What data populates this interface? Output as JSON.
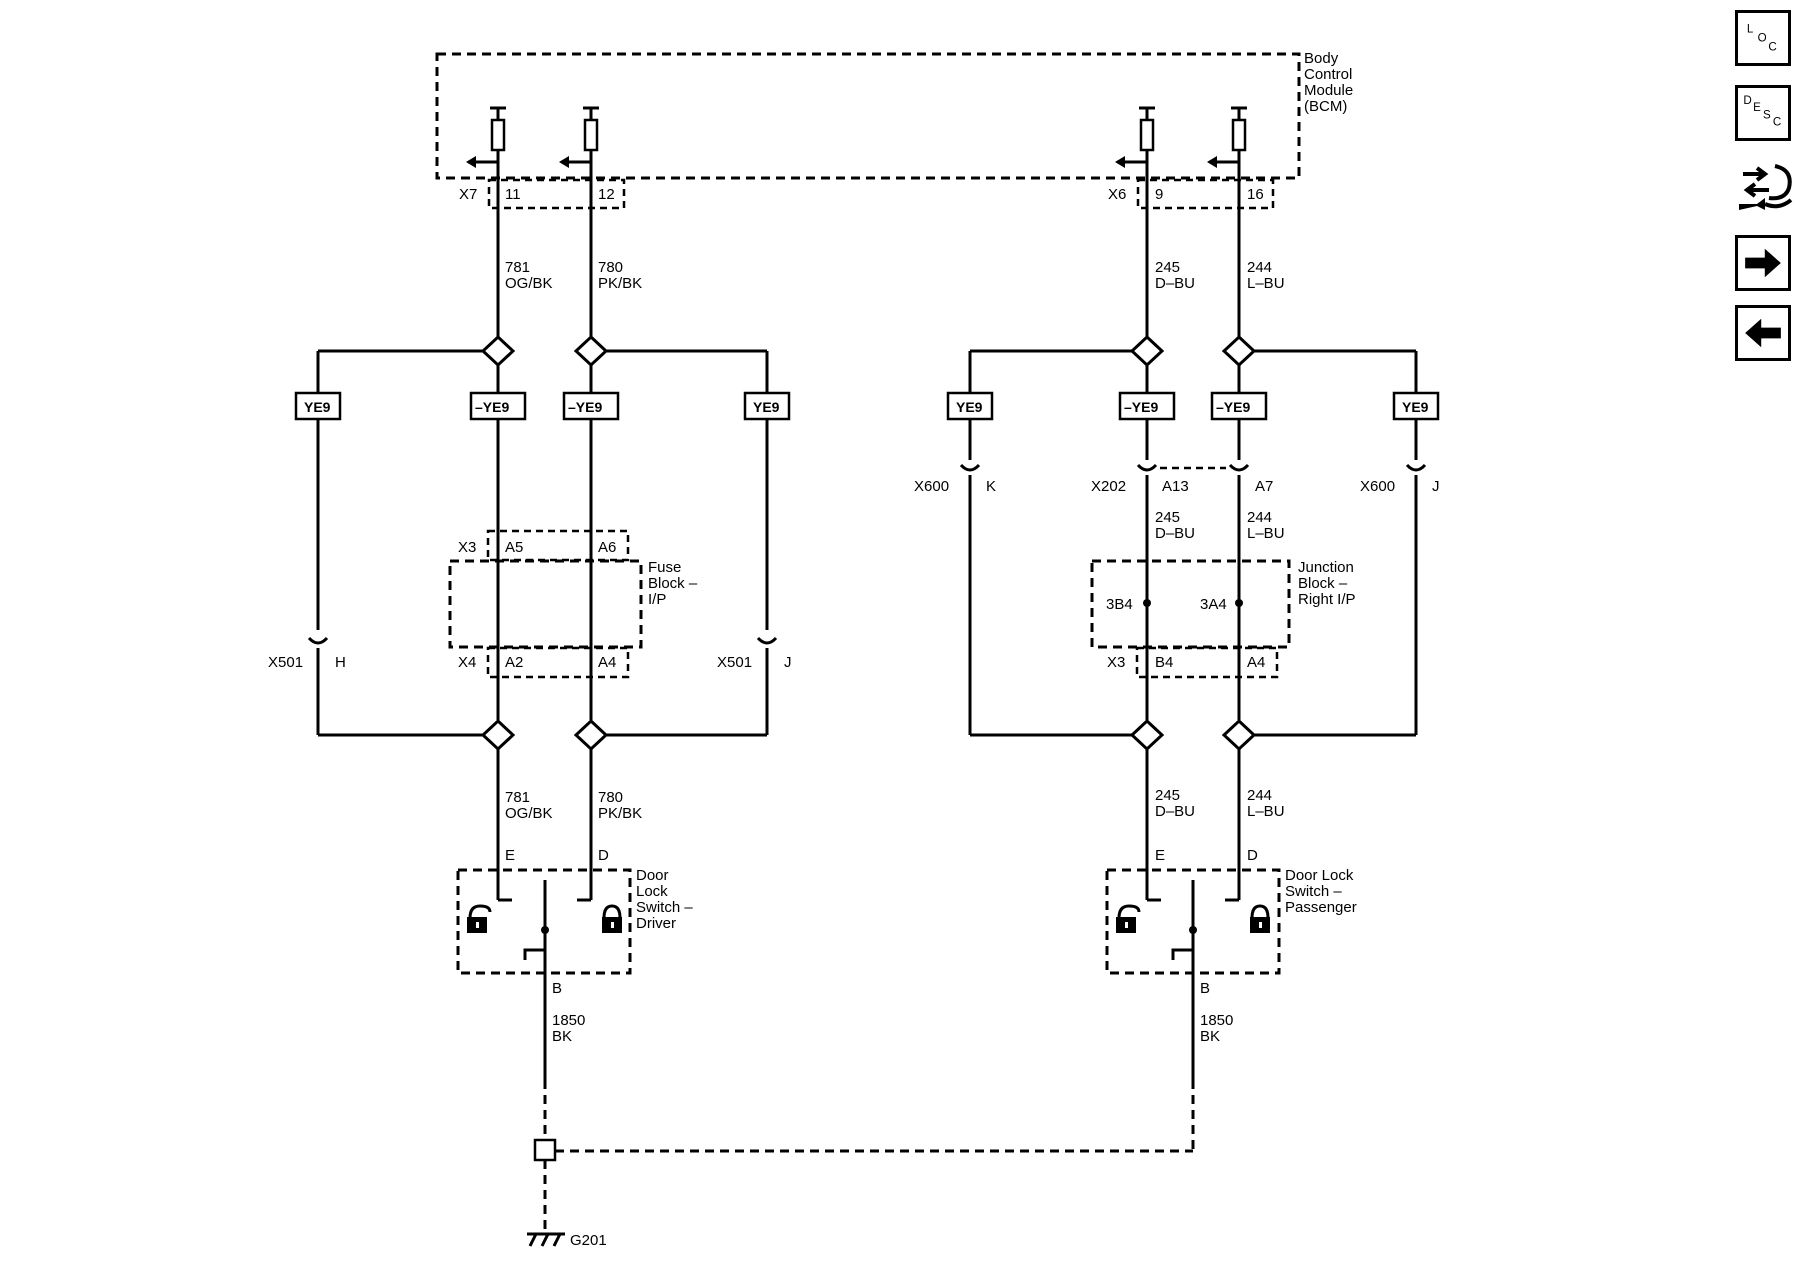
{
  "bcm": {
    "line1": "Body",
    "line2": "Control",
    "line3": "Module",
    "line4": "(BCM)"
  },
  "connectors": {
    "x7": "X7",
    "x7_11": "11",
    "x7_12": "12",
    "x6": "X6",
    "x6_9": "9",
    "x6_16": "16",
    "x3_left": "X3",
    "a5": "A5",
    "a6": "A6",
    "x4": "X4",
    "a2": "A2",
    "a4_left": "A4",
    "x501_left": "X501",
    "h": "H",
    "x501_right": "X501",
    "j_left": "J",
    "x600_left": "X600",
    "k": "K",
    "x202": "X202",
    "a13": "A13",
    "a7": "A7",
    "x600_right": "X600",
    "j_right": "J",
    "b3b4": "3B4",
    "b3a4": "3A4",
    "x3_right": "X3",
    "b4": "B4",
    "a4_right": "A4",
    "e_left": "E",
    "d_left": "D",
    "b_left": "B",
    "e_right": "E",
    "d_right": "D",
    "b_right": "B"
  },
  "wires": {
    "w781": "781",
    "og_bk": "OG/BK",
    "w780": "780",
    "pk_bk": "PK/BK",
    "w245": "245",
    "d_bu": "D–BU",
    "w244": "244",
    "l_bu": "L–BU",
    "w1850": "1850",
    "bk": "BK"
  },
  "option_tags": {
    "ye9": "YE9",
    "not_ye9": "–YE9"
  },
  "fuse_block": {
    "line1": "Fuse",
    "line2": "Block –",
    "line3": "I/P"
  },
  "junction_block": {
    "line1": "Junction",
    "line2": "Block –",
    "line3": "Right I/P"
  },
  "driver_switch": {
    "line1": "Door",
    "line2": "Lock",
    "line3": "Switch –",
    "line4": "Driver"
  },
  "passenger_switch": {
    "line1": "Door Lock",
    "line2": "Switch –",
    "line3": "Passenger"
  },
  "ground": "G201",
  "nav": {
    "loc_l": "L",
    "loc_o": "O",
    "loc_c": "C",
    "desc_d": "D",
    "desc_e": "E",
    "desc_s": "S",
    "desc_c": "C"
  }
}
